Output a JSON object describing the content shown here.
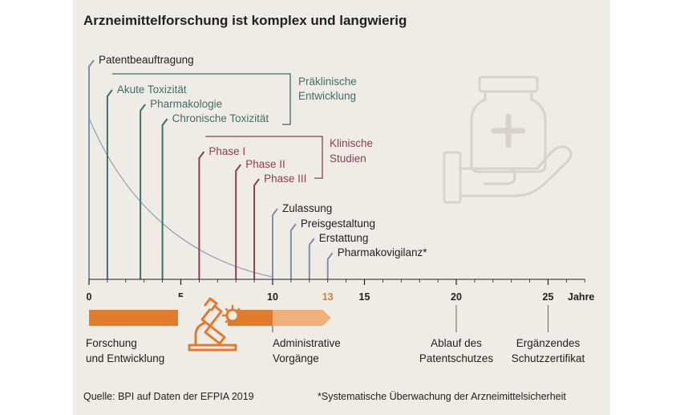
{
  "title": "Arzneimittelforschung ist komplex und langwierig",
  "colors": {
    "background": "#efebe5",
    "preclinical": "#3e7068",
    "clinical": "#8a3f55",
    "admin": "#7f90ad",
    "highlight": "#e07b2e",
    "axis": "#222222",
    "icon": "#d9d2c9"
  },
  "axis": {
    "unit_label": "Jahre",
    "min": 0,
    "max": 27,
    "tick_labels": [
      {
        "value": 0,
        "label": "0"
      },
      {
        "value": 5,
        "label": "5"
      },
      {
        "value": 10,
        "label": "10"
      },
      {
        "value": 13,
        "label": "13",
        "highlight": true
      },
      {
        "value": 15,
        "label": "15"
      },
      {
        "value": 20,
        "label": "20"
      },
      {
        "value": 25,
        "label": "25"
      }
    ]
  },
  "milestones": [
    {
      "label": "Patentbeauftragung",
      "year": 0,
      "group": "admin"
    },
    {
      "label": "Akute Toxizität",
      "year": 1,
      "group": "preclinical"
    },
    {
      "label": "Pharmakologie",
      "year": 2.8,
      "group": "preclinical"
    },
    {
      "label": "Chronische Toxizität",
      "year": 4,
      "group": "preclinical"
    },
    {
      "label": "Phase I",
      "year": 6,
      "group": "clinical"
    },
    {
      "label": "Phase II",
      "year": 8,
      "group": "clinical"
    },
    {
      "label": "Phase III",
      "year": 9,
      "group": "clinical"
    },
    {
      "label": "Zulassung",
      "year": 10,
      "group": "admin"
    },
    {
      "label": "Preisgestaltung",
      "year": 11,
      "group": "admin"
    },
    {
      "label": "Erstattung",
      "year": 12,
      "group": "admin"
    },
    {
      "label": "Pharmakovigilanz*",
      "year": 13,
      "group": "admin"
    }
  ],
  "groups": {
    "preclinical": [
      "Präklinische",
      "Entwicklung"
    ],
    "clinical": [
      "Klinische",
      "Studien"
    ]
  },
  "phases": [
    {
      "label": [
        "Forschung",
        "und Entwicklung"
      ],
      "start": 0,
      "end": 10
    },
    {
      "label": [
        "Administrative",
        "Vorgänge"
      ],
      "start": 10,
      "end": 13
    }
  ],
  "markers": [
    {
      "label": [
        "Ablauf des",
        "Patentschutzes"
      ],
      "year": 20
    },
    {
      "label": [
        "Ergänzendes",
        "Schutzzertifikat"
      ],
      "year": 25
    }
  ],
  "footer": {
    "source": "Quelle: BPI auf Daten der EFPIA 2019",
    "footnote": "*Systematische Überwachung der Arzneimittelsicherheit"
  }
}
